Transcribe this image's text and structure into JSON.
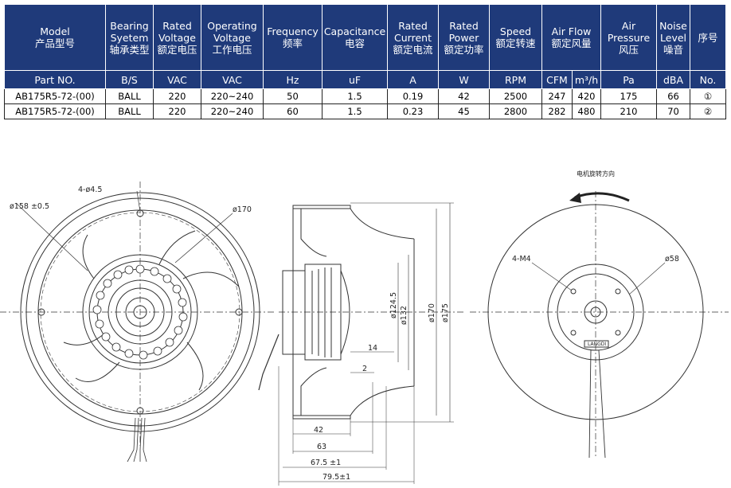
{
  "table": {
    "headers": [
      {
        "en": "Model",
        "cn": "产品型号"
      },
      {
        "en": "Bearing Syetem",
        "cn": "轴承类型"
      },
      {
        "en": "Rated Voltage",
        "cn": "额定电压"
      },
      {
        "en": "Operating Voltage",
        "cn": "工作电压"
      },
      {
        "en": "Frequency",
        "cn": "频率"
      },
      {
        "en": "Capacitance",
        "cn": "电容"
      },
      {
        "en": "Rated Current",
        "cn": "额定电流"
      },
      {
        "en": "Rated Power",
        "cn": "额定功率"
      },
      {
        "en": "Speed",
        "cn": "额定转速"
      },
      {
        "en": "Air Flow",
        "cn": "额定风量"
      },
      {
        "en": "Air Pressure",
        "cn": "风压"
      },
      {
        "en": "Noise Level",
        "cn": "噪音"
      },
      {
        "en": "",
        "cn": "序号"
      }
    ],
    "units": [
      "Part NO.",
      "B/S",
      "VAC",
      "VAC",
      "Hz",
      "uF",
      "A",
      "W",
      "RPM",
      "CFM",
      "m³/h",
      "Pa",
      "dBA",
      "No."
    ],
    "rows": [
      [
        "AB175R5-72-(00)",
        "BALL",
        "220",
        "220~240",
        "50",
        "1.5",
        "0.19",
        "42",
        "2500",
        "247",
        "420",
        "175",
        "66",
        "①"
      ],
      [
        "AB175R5-72-(00)",
        "BALL",
        "220",
        "220~240",
        "60",
        "1.5",
        "0.23",
        "45",
        "2800",
        "282",
        "480",
        "210",
        "70",
        "②"
      ]
    ]
  },
  "drawings": {
    "front": {
      "holes": "4-ø4.5",
      "outer": "ø158 ±0.5",
      "dia": "ø170"
    },
    "side": {
      "d1": "ø124.5",
      "d2": "ø132",
      "d3": "ø170",
      "d4": "ø175",
      "w1": "14",
      "w2": "2",
      "w3": "42",
      "w4": "63",
      "w5": "67.5 ±1",
      "w6": "79.5±1"
    },
    "back": {
      "rotation": "电机旋转方向",
      "screws": "4-M4",
      "dia": "ø58",
      "label": "LANGDI"
    }
  }
}
